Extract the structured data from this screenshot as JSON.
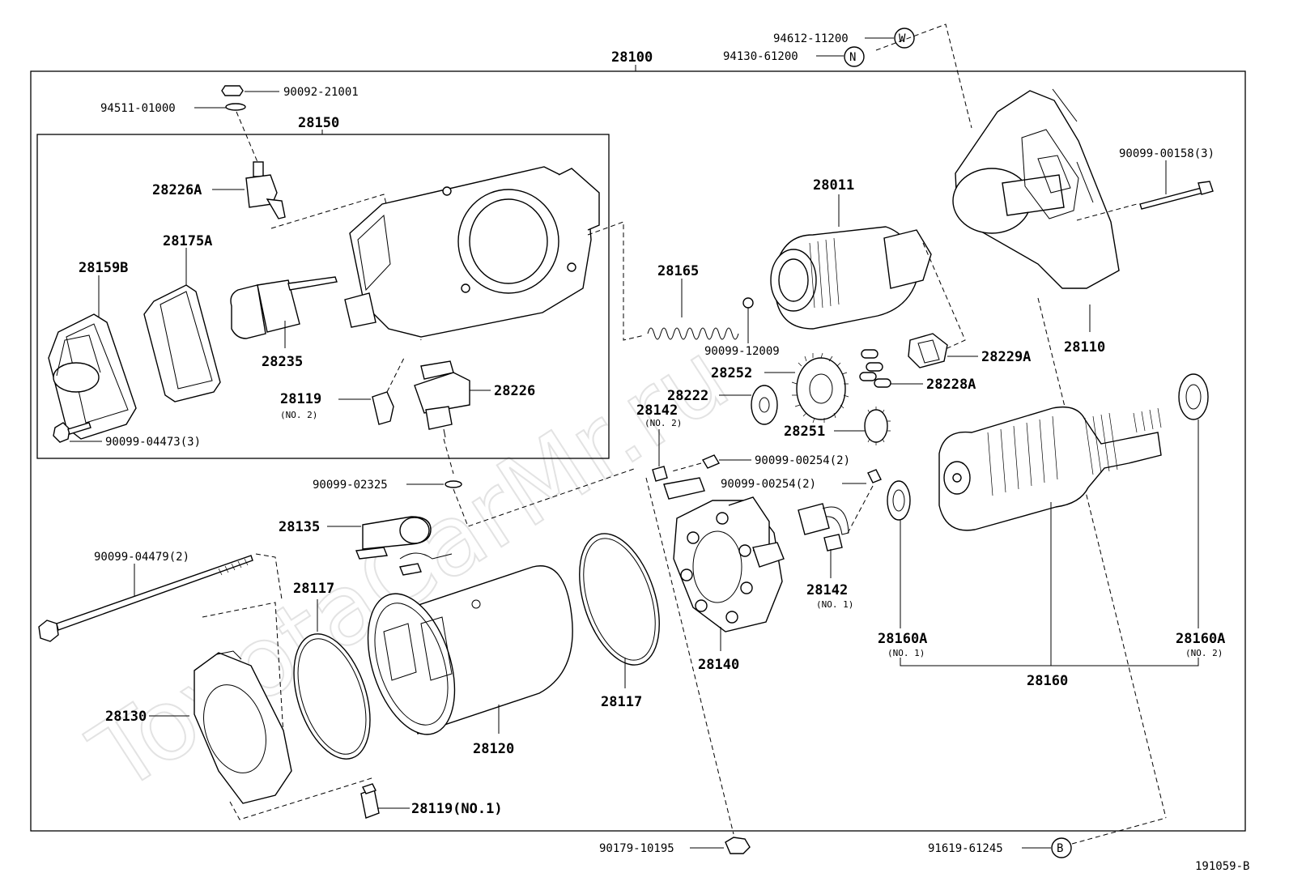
{
  "watermark": "ToyotaCarMr.ru",
  "figure_code": "191059-B",
  "assemblies": {
    "starter": "28100",
    "magnet_switch": "28150",
    "armature": "28160"
  },
  "labels": {
    "p94612": "94612-11200",
    "p94130": "94130-61200",
    "p90092": "90092-21001",
    "p94511": "94511-01000",
    "p28226A": "28226A",
    "p28175A": "28175A",
    "p28159B": "28159B",
    "p28235": "28235",
    "p28119a": "28119",
    "p28119a_sub": "(NO. 2)",
    "p28226": "28226",
    "p90099_04473": "90099-04473(3)",
    "p28011": "28011",
    "p28165": "28165",
    "p90099_12009": "90099-12009",
    "p28252": "28252",
    "p28222": "28222",
    "p28229A": "28229A",
    "p28228A": "28228A",
    "p28251": "28251",
    "p28110": "28110",
    "p90099_00158": "90099-00158(3)",
    "p28142a": "28142",
    "p28142a_sub": "(NO. 2)",
    "p90099_00254a": "90099-00254(2)",
    "p90099_00254b": "90099-00254(2)",
    "p90099_02325": "90099-02325",
    "p28135": "28135",
    "p90099_04479": "90099-04479(2)",
    "p28117a": "28117",
    "p28117b": "28117",
    "p28130": "28130",
    "p28120": "28120",
    "p28140": "28140",
    "p28142b": "28142",
    "p28142b_sub": "(NO. 1)",
    "p28160Aa": "28160A",
    "p28160Aa_sub": "(NO. 1)",
    "p28160Ab": "28160A",
    "p28160Ab_sub": "(NO. 2)",
    "p28119b": "28119(NO.1)",
    "p90179": "90179-10195",
    "p91619": "91619-61245"
  },
  "circle_marks": {
    "w": "W",
    "n": "N",
    "b": "B"
  }
}
